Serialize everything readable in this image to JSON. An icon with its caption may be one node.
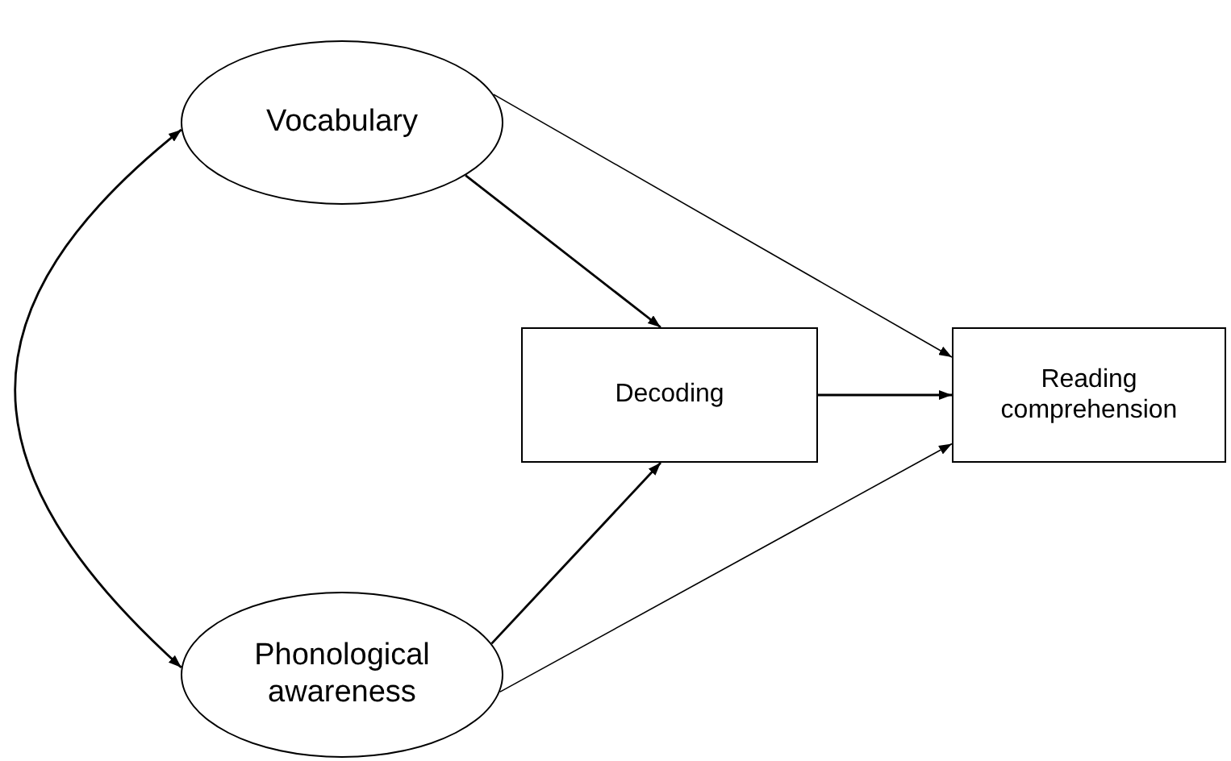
{
  "diagram": {
    "nodes": [
      {
        "text": [
          "Vocabulary"
        ]
      },
      {
        "text": [
          "Decoding"
        ]
      },
      {
        "text": [
          "Reading comprehension"
        ]
      },
      {
        "text": [
          "Phonological awareness"
        ]
      }
    ],
    "edges": [
      {
        "from": 0,
        "to": 3,
        "arrow": "both"
      },
      {
        "from": 0,
        "to": 1,
        "arrow": "to"
      },
      {
        "from": 0,
        "to": 2,
        "arrow": "to"
      },
      {
        "from": 1,
        "to": 2,
        "arrow": "to"
      },
      {
        "from": 3,
        "to": 1,
        "arrow": "to"
      },
      {
        "from": 3,
        "to": 2,
        "arrow": "to"
      }
    ]
  }
}
